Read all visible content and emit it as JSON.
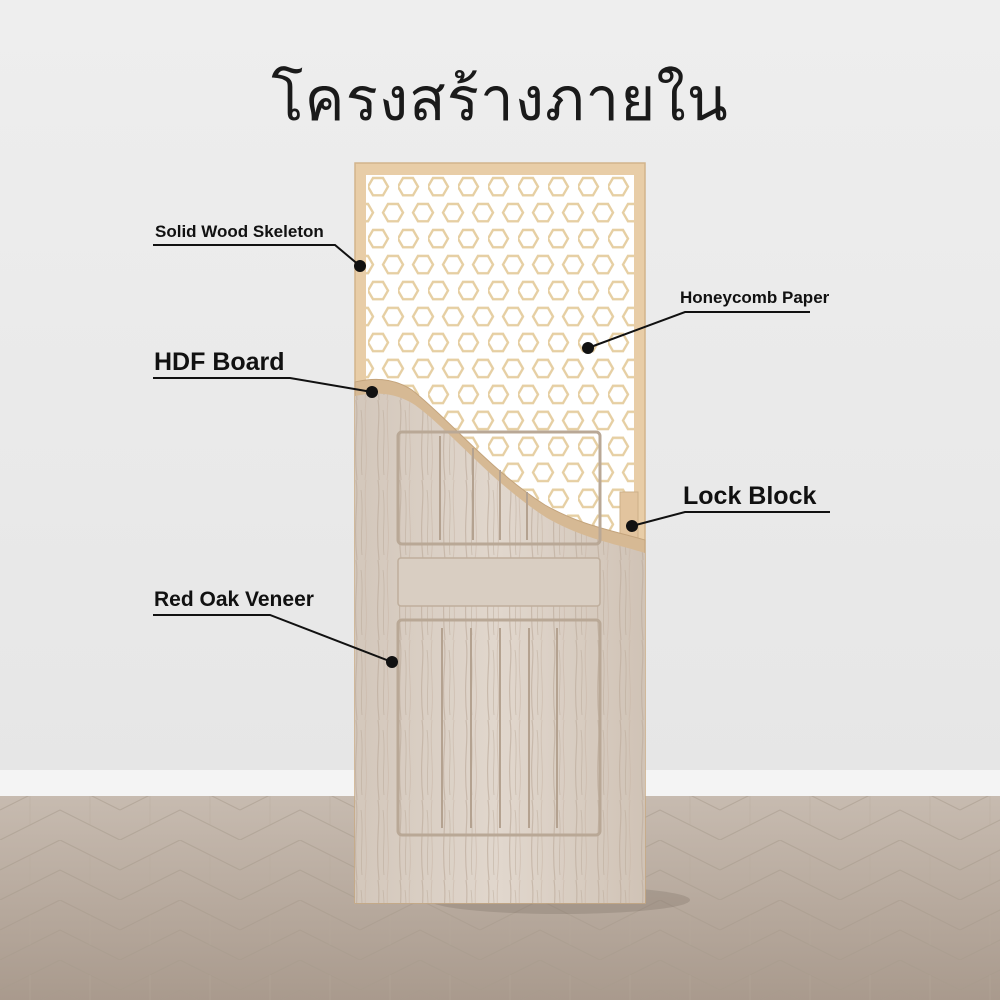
{
  "title": "โครงสร้างภายใน",
  "labels": {
    "solid_wood_skeleton": "Solid Wood Skeleton",
    "honeycomb_paper": "Honeycomb Paper",
    "hdf_board": "HDF Board",
    "lock_block": "Lock Block",
    "red_oak_veneer": "Red Oak Veneer"
  },
  "colors": {
    "wall": "#ececec",
    "floor": "#b9ab9f",
    "frame": "#e8cda7",
    "veneer": "#d9cec3",
    "hdf": "#d6b994",
    "honeycomb_line": "#e6cfa3",
    "leader": "#111111"
  }
}
